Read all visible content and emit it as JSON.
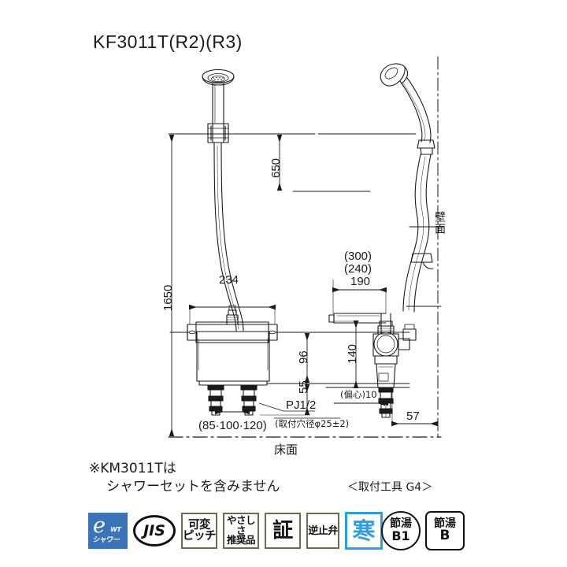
{
  "title": "KF3011T(R2)(R3)",
  "dimensions": {
    "overall_height": "1650",
    "shower_hook_height": "650",
    "mixer_width": "234",
    "body_height": "96",
    "shank_height": "55",
    "inlet_pitch": "(85·100·120)",
    "thread": "PJ1/2",
    "hole_dia_note": "(取付穴径φ25±2)",
    "spout_reach_300": "(300)",
    "spout_reach_240": "(240)",
    "spout_reach_190": "190",
    "spout_height": "140",
    "eccentric": "(偏心)10",
    "wall_offset": "57"
  },
  "labels": {
    "wall": "壁面",
    "floor": "床面",
    "tool_note": "＜取付工具 G4＞"
  },
  "notes": {
    "line1": "※KM3011Tは",
    "line2": "シャワーセットを含みません"
  },
  "badges": [
    {
      "id": "e-shower",
      "kind": "eshower",
      "e": "e",
      "wt": "WT",
      "sh": "シャワー",
      "color": "#3a74b8"
    },
    {
      "id": "jis",
      "kind": "oval",
      "text": "JIS"
    },
    {
      "id": "kahen-pitch",
      "kind": "box",
      "line1": "可変",
      "line2": "ピッチ"
    },
    {
      "id": "yasashisa",
      "kind": "box",
      "line1": "やさしさ",
      "line2": "推奨品"
    },
    {
      "id": "akashi",
      "kind": "box-one",
      "line1": "証"
    },
    {
      "id": "gyakushiben",
      "kind": "box-narrow",
      "line1": "逆止弁"
    },
    {
      "id": "kan",
      "kind": "kan",
      "line1": "寒",
      "color": "#2f9fe0"
    }
  ],
  "badges_right": [
    {
      "id": "setsuyu-b1",
      "kind": "circle",
      "line1": "節湯",
      "line2": "B1"
    },
    {
      "id": "setsuyu-b",
      "kind": "rsquare",
      "line1": "節湯",
      "line2": "B"
    }
  ]
}
